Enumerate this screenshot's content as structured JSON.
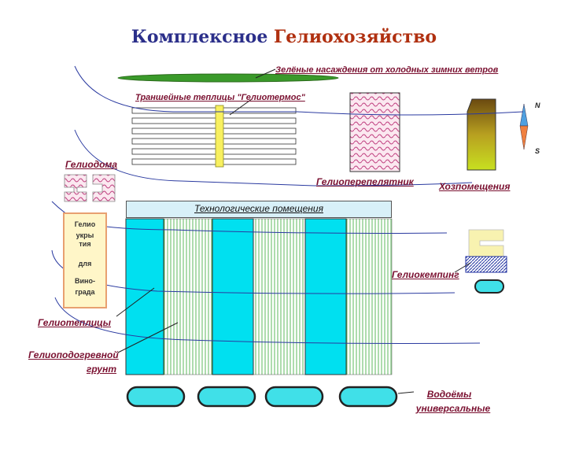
{
  "title": {
    "part1": "Комплексное",
    "part2": "Гелиохозяйство"
  },
  "labels": {
    "green_plantings": "Зелёные насаждения от холодных зимних ветров",
    "trench_greenhouses": "Траншейные теплицы \"Гелиотермос\"",
    "helio_homes": "Гелиодома",
    "quail_house": "Гелиоперепелятник",
    "utility_rooms": "Хозпомещения",
    "tech_rooms": "Технологические помещения",
    "vineyard_1": "Гелио",
    "vineyard_2": "укры",
    "vineyard_3": "тия",
    "vineyard_4": "для",
    "vineyard_5": "Вино-",
    "vineyard_6": "града",
    "camping": "Гелиокемпинг",
    "greenhouses": "Гелиотеплицы",
    "heated_soil_1": "Гелиоподогревной",
    "heated_soil_2": "грунт",
    "reservoirs_1": "Водоёмы",
    "reservoirs_2": "универсальные",
    "compass_n": "N",
    "compass_s": "S"
  },
  "colors": {
    "title_dark": "#2b2f8a",
    "title_red": "#b03010",
    "label": "#7a1030",
    "cyan": "#00e0f0",
    "green_stripe": "#4caf50",
    "reservoir": "#40e0e8"
  }
}
